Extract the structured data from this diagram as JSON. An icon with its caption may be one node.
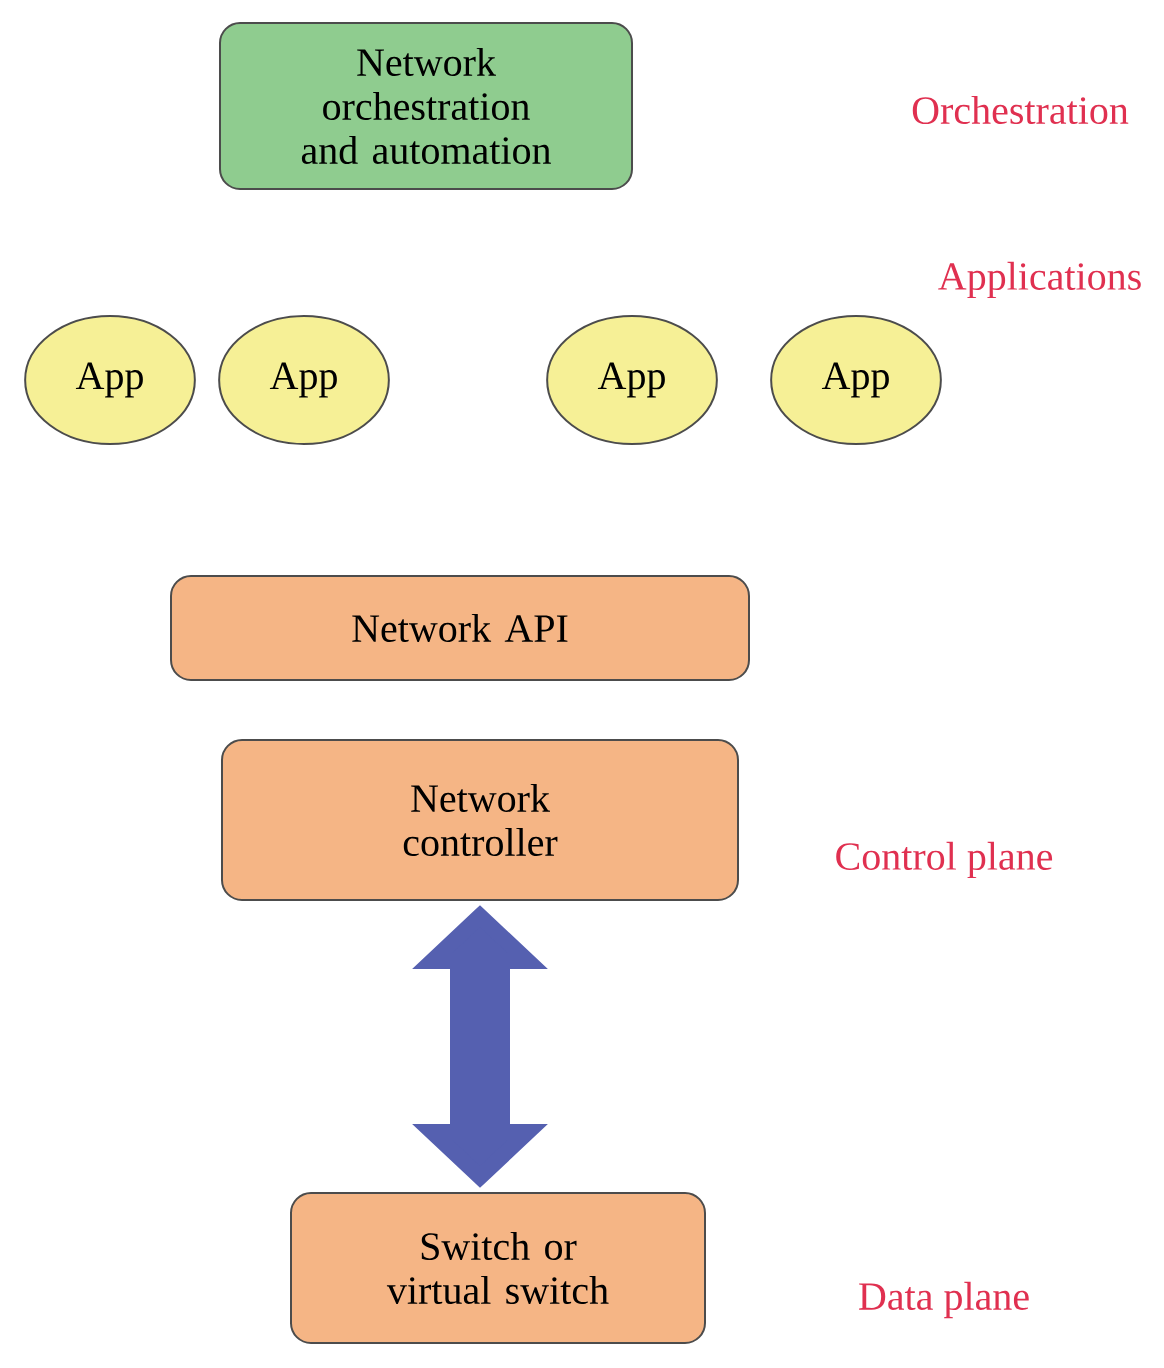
{
  "diagram": {
    "nodes": [
      {
        "text": [
          "Network orchestration and automation"
        ]
      },
      {
        "text": [
          "App"
        ]
      },
      {
        "text": [
          "App"
        ]
      },
      {
        "text": [
          "App"
        ]
      },
      {
        "text": [
          "App"
        ]
      },
      {
        "text": [
          "Network API"
        ]
      },
      {
        "text": [
          "Network controller"
        ]
      },
      {
        "text": [
          "Switch or virtual switch"
        ]
      }
    ],
    "edges": [
      {
        "from": 6,
        "to": 7,
        "arrow": "both"
      }
    ],
    "labels": [
      "Orchestration",
      "Applications",
      "Control plane",
      "Data plane"
    ]
  }
}
